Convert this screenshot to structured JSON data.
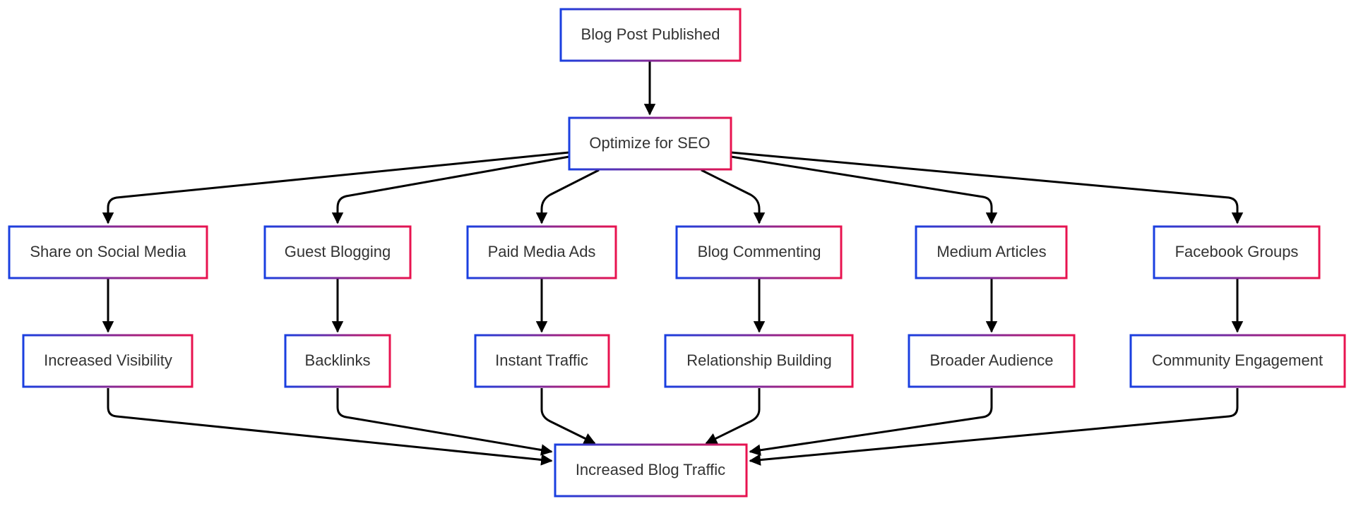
{
  "colors": {
    "border_start": "#1a3fe0",
    "border_end": "#e8134f",
    "edge": "#000000",
    "text": "#333333",
    "background": "#ffffff"
  },
  "nodes": {
    "blog_post_published": "Blog Post Published",
    "optimize_for_seo": "Optimize for SEO",
    "share_on_social_media": "Share on Social Media",
    "guest_blogging": "Guest Blogging",
    "paid_media_ads": "Paid Media Ads",
    "blog_commenting": "Blog Commenting",
    "medium_articles": "Medium Articles",
    "facebook_groups": "Facebook Groups",
    "increased_visibility": "Increased Visibility",
    "backlinks": "Backlinks",
    "instant_traffic": "Instant Traffic",
    "relationship_building": "Relationship Building",
    "broader_audience": "Broader Audience",
    "community_engagement": "Community Engagement",
    "increased_blog_traffic": "Increased Blog Traffic"
  },
  "edges": [
    {
      "from": "blog_post_published",
      "to": "optimize_for_seo"
    },
    {
      "from": "optimize_for_seo",
      "to": "share_on_social_media"
    },
    {
      "from": "optimize_for_seo",
      "to": "guest_blogging"
    },
    {
      "from": "optimize_for_seo",
      "to": "paid_media_ads"
    },
    {
      "from": "optimize_for_seo",
      "to": "blog_commenting"
    },
    {
      "from": "optimize_for_seo",
      "to": "medium_articles"
    },
    {
      "from": "optimize_for_seo",
      "to": "facebook_groups"
    },
    {
      "from": "share_on_social_media",
      "to": "increased_visibility"
    },
    {
      "from": "guest_blogging",
      "to": "backlinks"
    },
    {
      "from": "paid_media_ads",
      "to": "instant_traffic"
    },
    {
      "from": "blog_commenting",
      "to": "relationship_building"
    },
    {
      "from": "medium_articles",
      "to": "broader_audience"
    },
    {
      "from": "facebook_groups",
      "to": "community_engagement"
    },
    {
      "from": "increased_visibility",
      "to": "increased_blog_traffic"
    },
    {
      "from": "backlinks",
      "to": "increased_blog_traffic"
    },
    {
      "from": "instant_traffic",
      "to": "increased_blog_traffic"
    },
    {
      "from": "relationship_building",
      "to": "increased_blog_traffic"
    },
    {
      "from": "broader_audience",
      "to": "increased_blog_traffic"
    },
    {
      "from": "community_engagement",
      "to": "increased_blog_traffic"
    }
  ]
}
